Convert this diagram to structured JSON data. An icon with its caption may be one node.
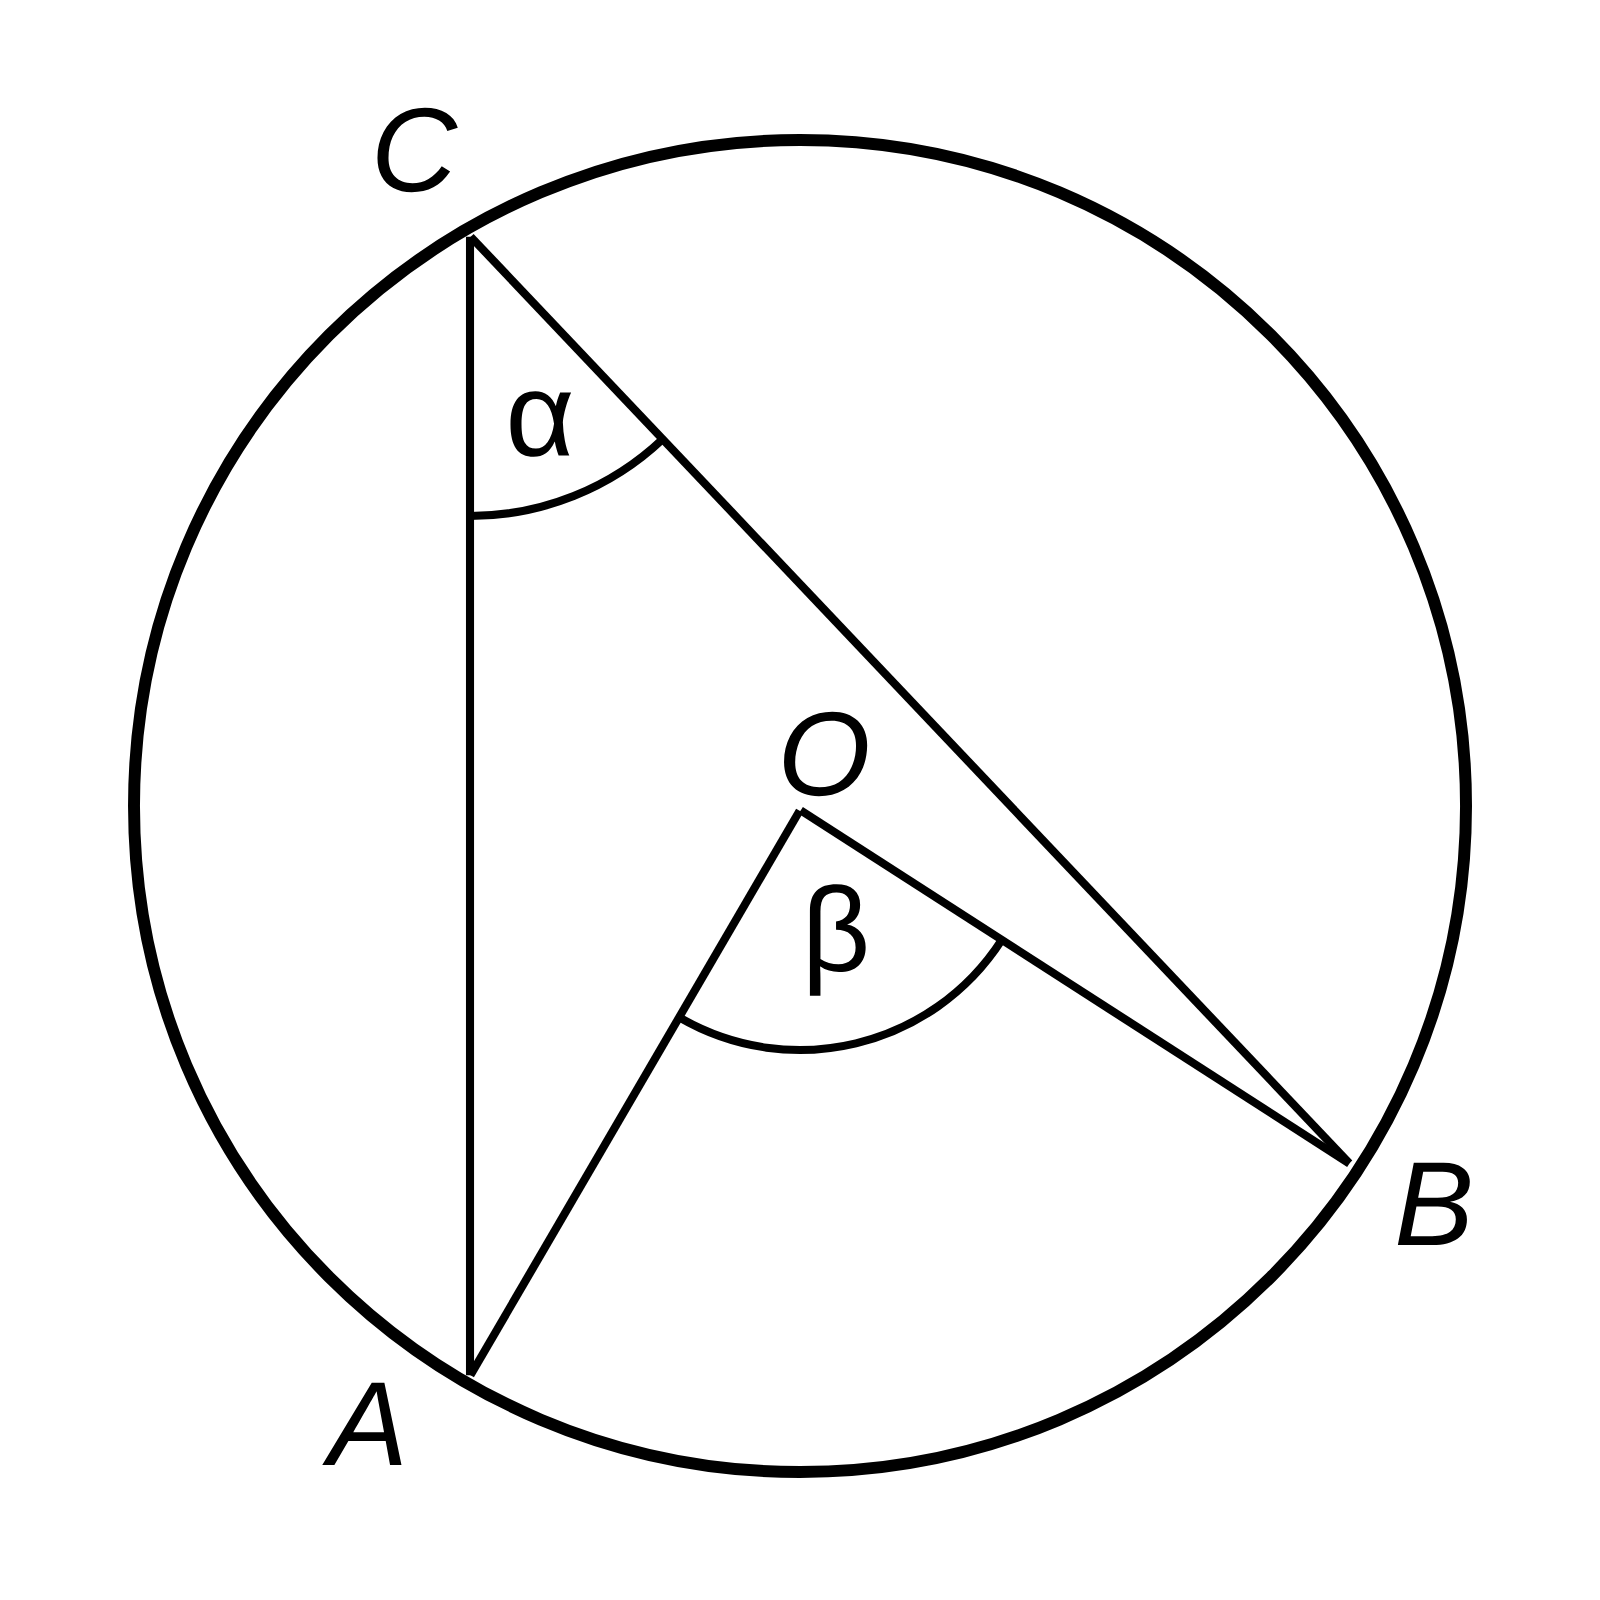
{
  "diagram": {
    "nodes": [
      {
        "text": [
          "C"
        ]
      },
      {
        "text": [
          "O"
        ]
      },
      {
        "text": [
          "B"
        ]
      },
      {
        "text": [
          "A"
        ]
      }
    ],
    "edges": [
      {
        "from": 0,
        "to": 3,
        "arrow": "none"
      },
      {
        "from": 0,
        "to": 2,
        "arrow": "none"
      },
      {
        "from": 1,
        "to": 3,
        "arrow": "none"
      },
      {
        "from": 1,
        "to": 2,
        "arrow": "none"
      }
    ],
    "labels": [
      "α",
      "β"
    ]
  }
}
